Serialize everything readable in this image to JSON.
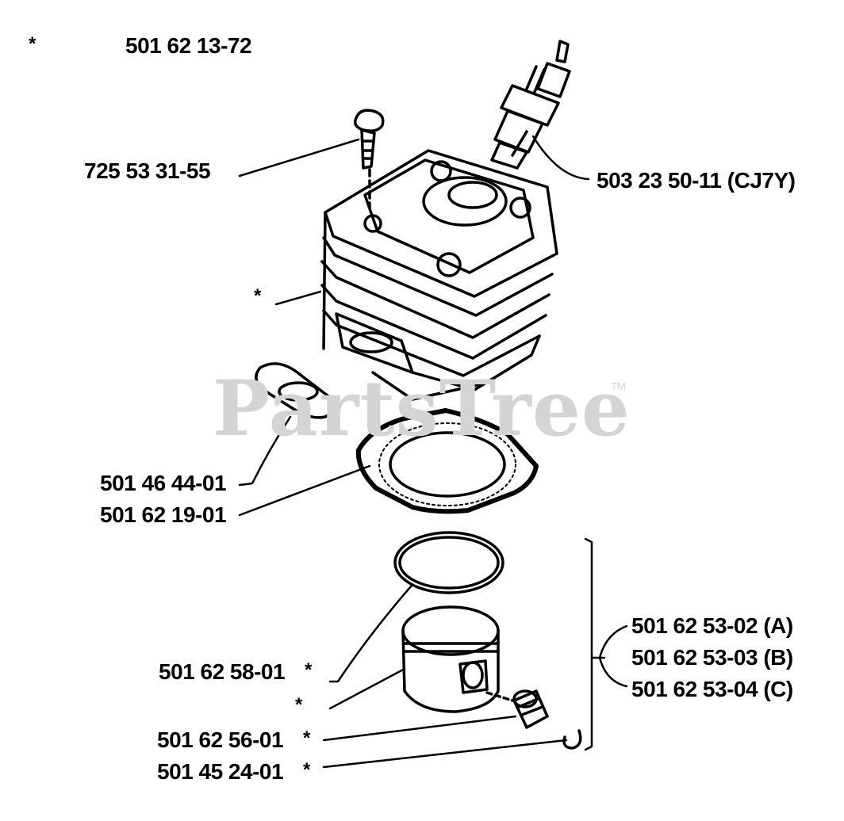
{
  "assembly": {
    "marker": "*",
    "number": "501 62 13-72"
  },
  "labels": {
    "screw": "725 53 31-55",
    "spark_plug": "503 23 50-11 (CJ7Y)",
    "exhaust_gasket": "501 46 44-01",
    "cylinder_gasket": "501 62 19-01",
    "piston_ring": "501 62 58-01",
    "piston_pin": "501 62 56-01",
    "circlip": "501 45 24-01",
    "piston_kit": [
      "501 62 53-02 (A)",
      "501 62 53-03 (B)",
      "501 62 53-04 (C)"
    ]
  },
  "marker": "*",
  "watermark": {
    "text": "PartsTree",
    "tm": "TM"
  }
}
